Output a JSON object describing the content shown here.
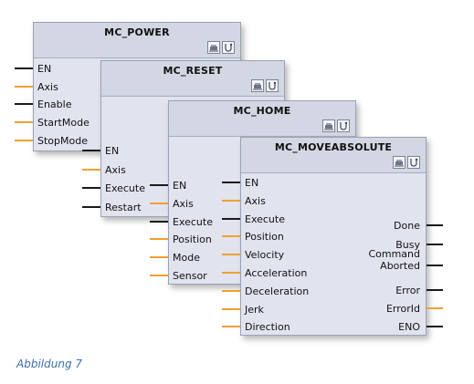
{
  "blocks": [
    {
      "id": "mc_power",
      "title": "MC_POWER",
      "inputs": [
        {
          "label": "EN",
          "wire": "black"
        },
        {
          "label": "Axis",
          "wire": "orange"
        },
        {
          "label": "Enable",
          "wire": "black"
        },
        {
          "label": "StartMode",
          "wire": "orange"
        },
        {
          "label": "StopMode",
          "wire": "orange"
        }
      ],
      "outputs": []
    },
    {
      "id": "mc_reset",
      "title": "MC_RESET",
      "inputs": [
        {
          "label": "EN",
          "wire": "black"
        },
        {
          "label": "Axis",
          "wire": "orange"
        },
        {
          "label": "Execute",
          "wire": "black"
        },
        {
          "label": "Restart",
          "wire": "black"
        }
      ],
      "outputs": []
    },
    {
      "id": "mc_home",
      "title": "MC_HOME",
      "inputs": [
        {
          "label": "EN",
          "wire": "black"
        },
        {
          "label": "Axis",
          "wire": "orange"
        },
        {
          "label": "Execute",
          "wire": "black"
        },
        {
          "label": "Position",
          "wire": "orange"
        },
        {
          "label": "Mode",
          "wire": "orange"
        },
        {
          "label": "Sensor",
          "wire": "orange"
        }
      ],
      "outputs": []
    },
    {
      "id": "mc_moveabsolute",
      "title": "MC_MOVEABSOLUTE",
      "inputs": [
        {
          "label": "EN",
          "wire": "black"
        },
        {
          "label": "Axis",
          "wire": "orange"
        },
        {
          "label": "Execute",
          "wire": "black"
        },
        {
          "label": "Position",
          "wire": "orange"
        },
        {
          "label": "Velocity",
          "wire": "orange"
        },
        {
          "label": "Acceleration",
          "wire": "orange"
        },
        {
          "label": "Deceleration",
          "wire": "orange"
        },
        {
          "label": "Jerk",
          "wire": "orange"
        },
        {
          "label": "Direction",
          "wire": "orange"
        }
      ],
      "outputs": [
        {
          "label": "Done",
          "wire": "black"
        },
        {
          "label": "Busy",
          "wire": "black"
        },
        {
          "label": "Command\nAborted",
          "wire": "black"
        },
        {
          "label": "Error",
          "wire": "black"
        },
        {
          "label": "ErrorId",
          "wire": "orange"
        },
        {
          "label": "ENO",
          "wire": "black"
        }
      ]
    }
  ],
  "header_icons": [
    "block-param-icon",
    "block-config-icon"
  ],
  "caption": "Abbildung 7",
  "colors": {
    "block_bg": "#e1e4ef",
    "header_bg": "#d3d7e3",
    "wire_bool": "#1a1a1a",
    "wire_data": "#f0a030",
    "caption": "#3d6fa8"
  }
}
